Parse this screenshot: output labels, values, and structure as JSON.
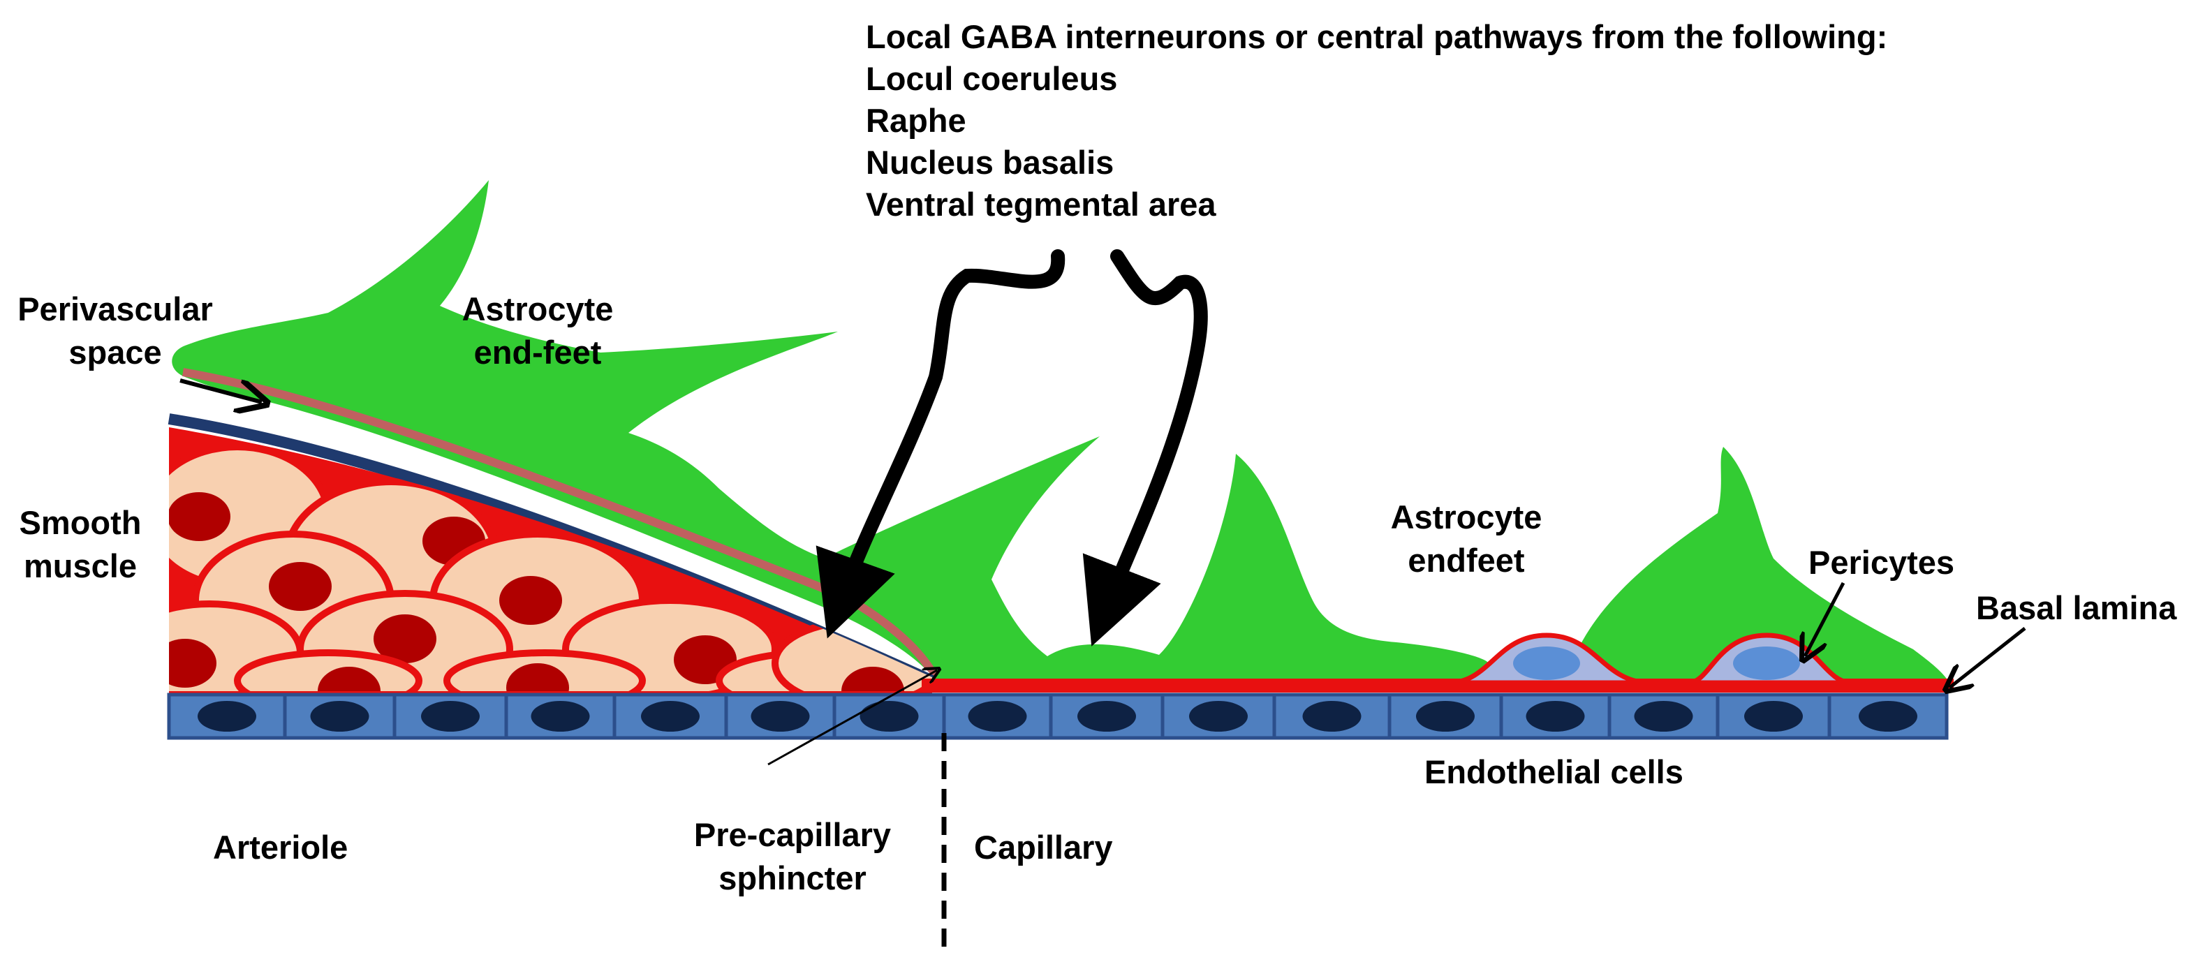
{
  "colors": {
    "astrocyte": "#33cc33",
    "smooth_muscle_fill": "#f8d0b0",
    "smooth_muscle_border": "#e81010",
    "nucleus_red": "#b00000",
    "basal_lamina": "#e81010",
    "endothelium": "#4f7fbf",
    "endothelium_border": "#2c4f8c",
    "endothelial_nucleus": "#0e2244",
    "pericyte_fill": "#a8b6e0",
    "pericyte_nucleus": "#5b8fd6",
    "outer_layer": "#1f3a6e",
    "perivascular_line": "#c06060",
    "arrow": "#000000"
  },
  "labels": {
    "pathways_header": "Local GABA interneurons or central pathways from the following:",
    "pathways_items": [
      "Locul coeruleus",
      "Raphe",
      "Nucleus basalis",
      "Ventral tegmental area"
    ],
    "perivascular_space": [
      "Perivascular",
      "space"
    ],
    "astrocyte_end_feet": [
      "Astrocyte",
      "end-feet"
    ],
    "smooth_muscle": [
      "Smooth",
      "muscle"
    ],
    "astrocyte_endfeet": [
      "Astrocyte",
      "endfeet"
    ],
    "pericytes": "Pericytes",
    "basal_lamina": "Basal lamina",
    "endothelial_cells": "Endothelial cells",
    "arteriole": "Arteriole",
    "pre_capillary_sphincter": [
      "Pre-capillary",
      "sphincter"
    ],
    "capillary": "Capillary"
  },
  "icons": {
    "pathway_arrows": "curved-arrow-icon",
    "pointer_arrows": "arrow-icon"
  }
}
